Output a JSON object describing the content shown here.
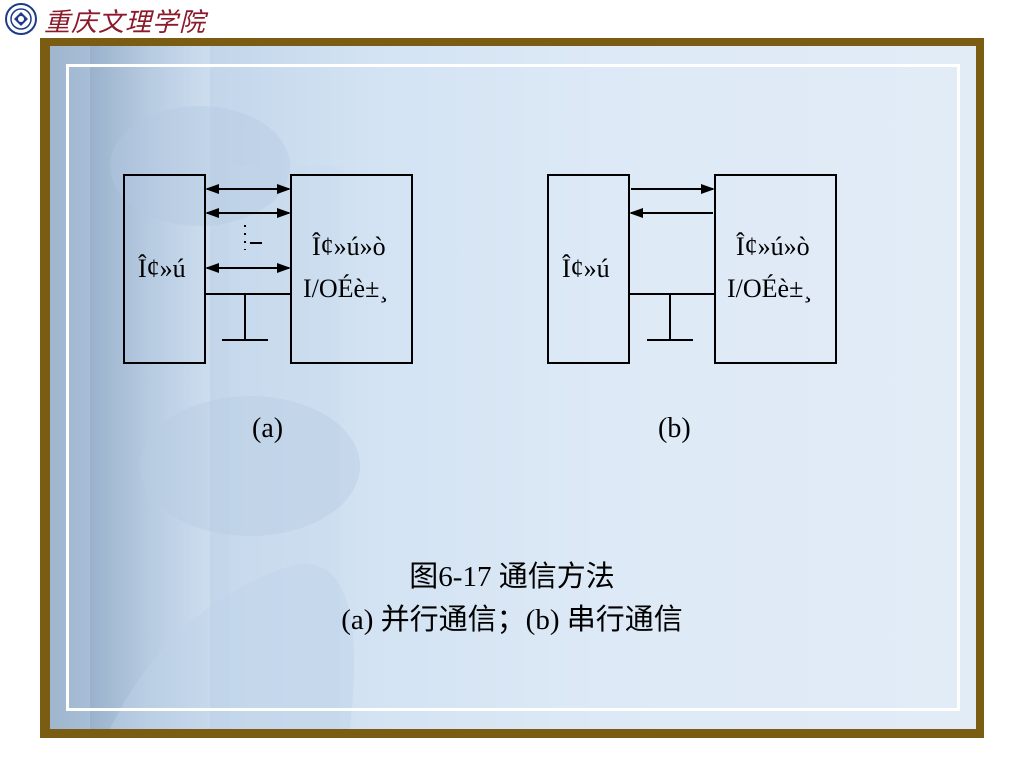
{
  "header": {
    "logo_text": "重庆文理学院"
  },
  "diagram_a": {
    "left_box_label": "Î¢»ú",
    "right_box_line1": "Î¢»ú»ò",
    "right_box_line2": "I/OÉè±¸",
    "middle_mark": "·",
    "sublabel": "(a)"
  },
  "diagram_b": {
    "left_box_label": "Î¢»ú",
    "right_box_line1": "Î¢»ú»ò",
    "right_box_line2": "I/OÉè±¸",
    "sublabel": "(b)"
  },
  "caption": {
    "line1": "图6-17  通信方法",
    "line2": "(a) 并行通信；(b) 串行通信"
  },
  "colors": {
    "frame": "#7a5c12",
    "logo": "#8b1a2b"
  }
}
